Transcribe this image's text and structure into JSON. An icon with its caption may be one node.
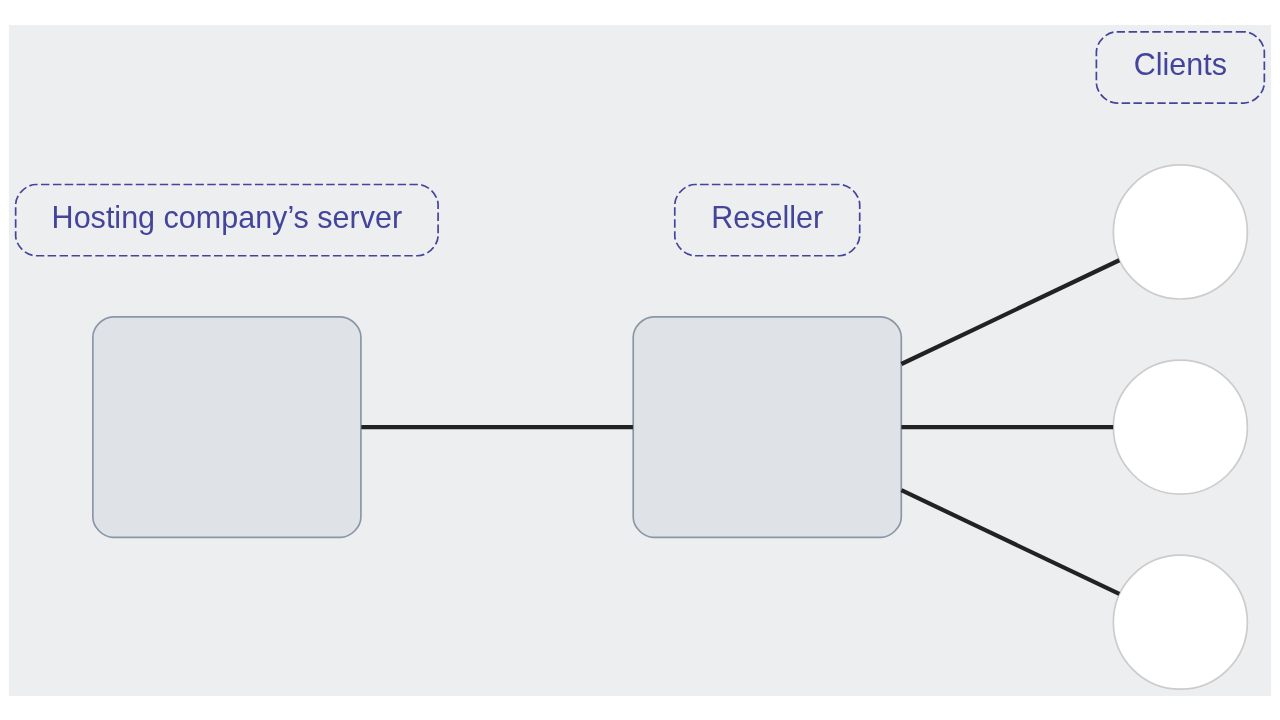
{
  "diagram": {
    "nodes": [
      {
        "text": [
          "Hosting company’s server"
        ]
      },
      {
        "text": [
          "Reseller"
        ]
      },
      {
        "text": [
          "Clients"
        ]
      },
      {
        "text": [],
        "shape": "box"
      },
      {
        "text": [],
        "shape": "box"
      },
      {
        "text": [],
        "shape": "person"
      },
      {
        "text": [],
        "shape": "person"
      },
      {
        "text": [],
        "shape": "person"
      }
    ],
    "edges": [
      {
        "from": 3,
        "to": 4,
        "arrow": "none"
      },
      {
        "from": 4,
        "to": 5,
        "arrow": "none"
      },
      {
        "from": 4,
        "to": 6,
        "arrow": "none"
      },
      {
        "from": 4,
        "to": 7,
        "arrow": "none"
      }
    ]
  }
}
